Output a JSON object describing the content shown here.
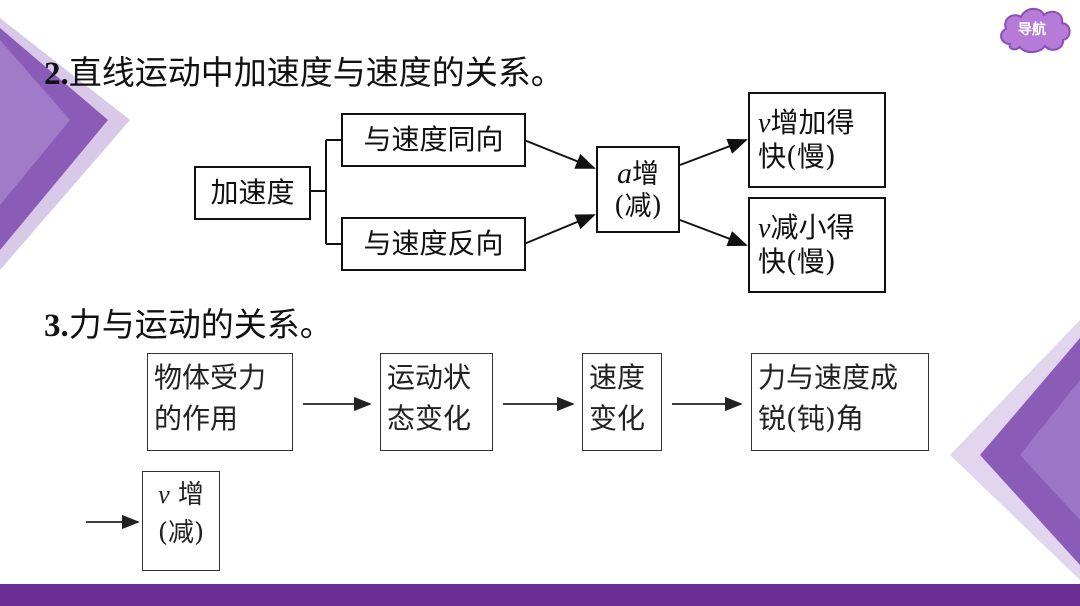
{
  "nav": {
    "label": "导航"
  },
  "section2": {
    "number": "2.",
    "title": "直线运动中加速度与速度的关系。",
    "acceleration": "加速度",
    "same_direction": "与速度同向",
    "opposite_direction": "与速度反向",
    "a_symbol": "a",
    "a_change_1": "增",
    "a_change_2": "(减)",
    "v_symbol_1": "v",
    "v_increase_1": "增加得",
    "v_increase_2": "快(慢)",
    "v_symbol_2": "v",
    "v_decrease_1": "减小得",
    "v_decrease_2": "快(慢)"
  },
  "section3": {
    "number": "3.",
    "title": "力与运动的关系。",
    "box1_line1": "物体受力",
    "box1_line2": "的作用",
    "box2_line1": "运动状",
    "box2_line2": "态变化",
    "box3_line1": "速度",
    "box3_line2": "变化",
    "box4_line1": "力与速度成",
    "box4_line2": "锐(钝)角",
    "box5_v": "v",
    "box5_line1": "增",
    "box5_line2": "(减)"
  },
  "colors": {
    "purple_dark": "#7b4fa6",
    "purple_light": "#c9b3dd",
    "bar": "#6a2d91",
    "nav_fill": "#b57bd6"
  }
}
